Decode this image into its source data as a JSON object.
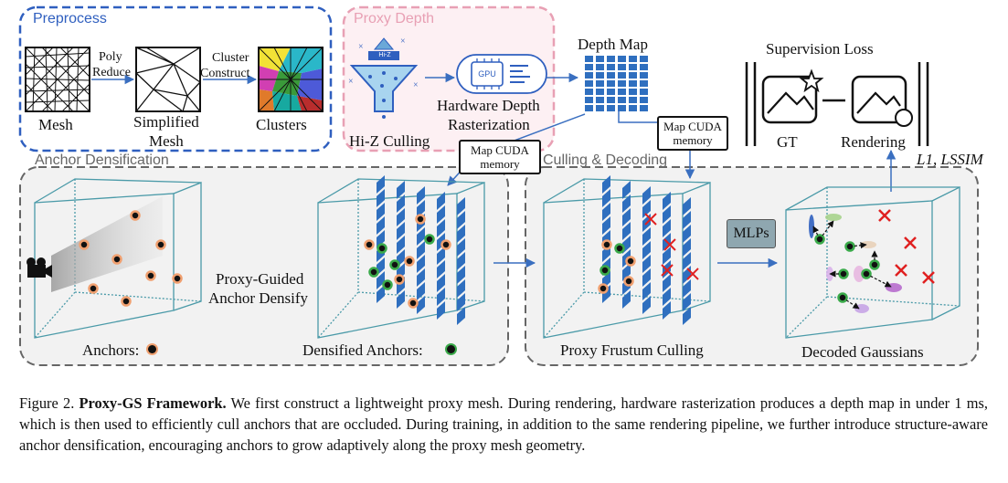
{
  "sections": {
    "preprocess": "Preprocess",
    "proxy_depth": "Proxy Depth",
    "anchor_densification": "Anchor Densification",
    "culling_decoding": "Culling & Decoding"
  },
  "labels": {
    "mesh": "Mesh",
    "poly_reduce_1": "Poly",
    "poly_reduce_2": "Reduce",
    "simplified_mesh_1": "Simplified",
    "simplified_mesh_2": "Mesh",
    "cluster_construct_1": "Cluster",
    "cluster_construct_2": "Construct",
    "clusters": "Clusters",
    "hiz_chip": "Hi-Z",
    "hiz_culling": "Hi-Z Culling",
    "gpu_chip": "GPU",
    "hw_depth_1": "Hardware Depth",
    "hw_depth_2": "Rasterization",
    "depth_map": "Depth Map",
    "supervision_loss": "Supervision Loss",
    "gt": "GT",
    "rendering": "Rendering",
    "loss_terms": "L1, LSSIM",
    "map_cuda_1a": "Map CUDA",
    "map_cuda_1b": "memory",
    "map_cuda_2a": "Map CUDA",
    "map_cuda_2b": "memory",
    "proxy_guided_1": "Proxy-Guided",
    "proxy_guided_2": "Anchor Densify",
    "anchors": "Anchors:",
    "densified_anchors": "Densified Anchors:",
    "mlps": "MLPs",
    "proxy_frustum_culling": "Proxy Frustum Culling",
    "decoded_gaussians": "Decoded Gaussians"
  },
  "caption": {
    "figure_no": "Figure 2.",
    "title": "Proxy-GS Framework.",
    "text": "We first construct a lightweight proxy mesh. During rendering, hardware rasterization produces a depth map in under 1 ms, which is then used to efficiently cull anchors that are occluded. During training, in addition to the same rendering pipeline, we further introduce structure-aware anchor densification, encouraging anchors to grow adaptively along the proxy mesh geometry."
  },
  "colors": {
    "preprocess_border": "#2f5fbf",
    "proxy_depth_border": "#e8a0b4",
    "proxy_depth_fill": "#fdf0f3",
    "lower_border": "#666666",
    "lower_fill": "#f2f2f2",
    "cube": "#4a9aa8",
    "plane": "#2f6fbf",
    "anchor_ring": "#f0a070",
    "dense_ring": "#3aaa4a",
    "cross": "#e02020",
    "arrow": "#3a6fc0"
  }
}
